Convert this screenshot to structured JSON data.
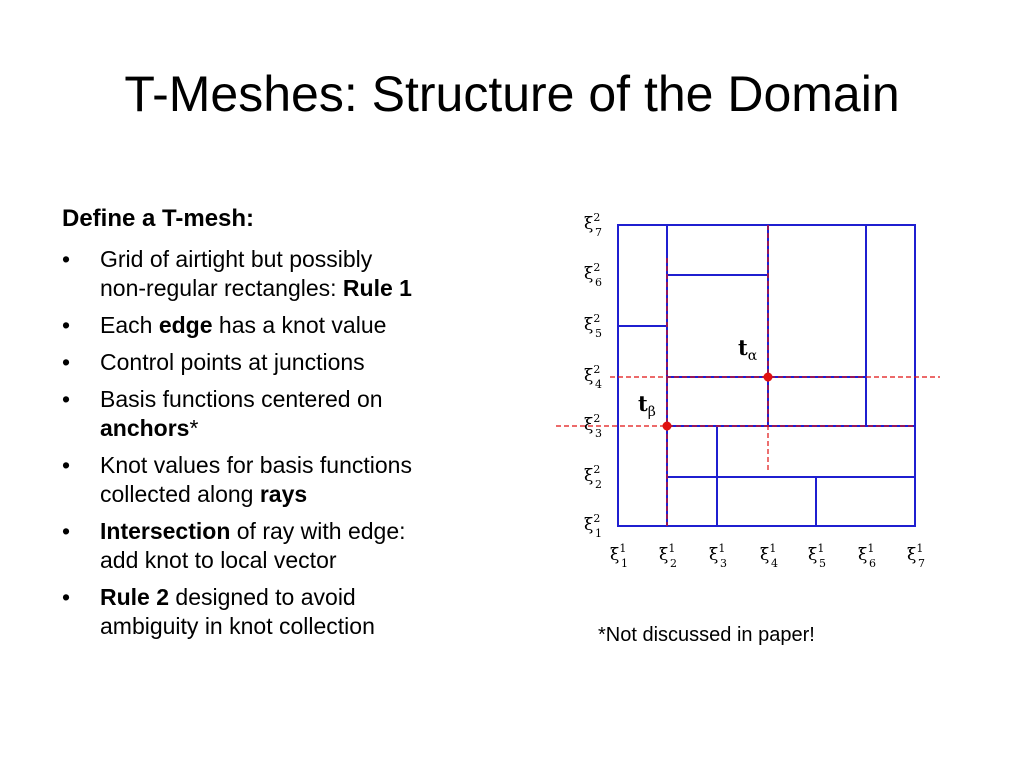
{
  "slide": {
    "title": "T-Meshes: Structure of the Domain",
    "heading": "Define a T-mesh:",
    "bullets": [
      {
        "line1": [
          "Grid of airtight but possibly"
        ],
        "line2": [
          "non-regular rectangles:  ",
          {
            "b": "Rule 1"
          }
        ]
      },
      {
        "line1": [
          "Each ",
          {
            "b": "edge"
          },
          " has a knot value"
        ]
      },
      {
        "line1": [
          "Control points at junctions"
        ]
      },
      {
        "line1": [
          "Basis functions centered on"
        ],
        "line2": [
          {
            "b": "anchors"
          },
          "*"
        ]
      },
      {
        "line1": [
          "Knot values for basis functions"
        ],
        "line2": [
          "collected along ",
          {
            "b": "rays"
          }
        ]
      },
      {
        "line1": [
          {
            "b": "Intersection"
          },
          " of ray with edge:"
        ],
        "line2": [
          "add knot to local vector"
        ]
      },
      {
        "line1": [
          {
            "b": "Rule 2"
          },
          " designed to avoid"
        ],
        "line2": [
          "ambiguity in knot collection"
        ]
      }
    ],
    "footnote": "*Not discussed in paper!"
  },
  "diagram": {
    "colors": {
      "edge": "#1f1fd0",
      "ray": "#e01010",
      "anchor": "#e01010"
    },
    "knot_symbol": "ξ",
    "x_ticks": [
      {
        "sub": "1",
        "sup": "1"
      },
      {
        "sub": "2",
        "sup": "1"
      },
      {
        "sub": "3",
        "sup": "1"
      },
      {
        "sub": "4",
        "sup": "1"
      },
      {
        "sub": "5",
        "sup": "1"
      },
      {
        "sub": "6",
        "sup": "1"
      },
      {
        "sub": "7",
        "sup": "1"
      }
    ],
    "y_ticks": [
      {
        "sub": "1",
        "sup": "2"
      },
      {
        "sub": "2",
        "sup": "2"
      },
      {
        "sub": "3",
        "sup": "2"
      },
      {
        "sub": "4",
        "sup": "2"
      },
      {
        "sub": "5",
        "sup": "2"
      },
      {
        "sub": "6",
        "sup": "2"
      },
      {
        "sub": "7",
        "sup": "2"
      }
    ],
    "anchors": [
      {
        "label": "t",
        "sub": "α"
      },
      {
        "label": "t",
        "sub": "β"
      }
    ]
  }
}
